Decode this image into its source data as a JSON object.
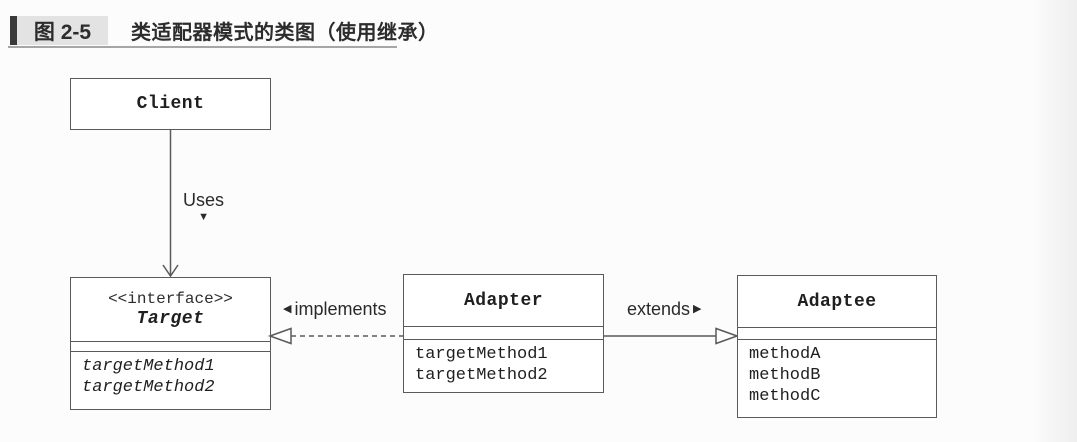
{
  "figure": {
    "label": "图 2-5",
    "title": "类适配器模式的类图（使用继承）"
  },
  "uml": {
    "client": {
      "name": "Client"
    },
    "target": {
      "stereotype": "<<interface>>",
      "name": "Target",
      "methods": [
        "targetMethod1",
        "targetMethod2"
      ]
    },
    "adapter": {
      "name": "Adapter",
      "methods": [
        "targetMethod1",
        "targetMethod2"
      ]
    },
    "adaptee": {
      "name": "Adaptee",
      "methods": [
        "methodA",
        "methodB",
        "methodC"
      ]
    },
    "relations": {
      "uses": {
        "label": "Uses",
        "icon": "▼"
      },
      "implements": {
        "label": "implements",
        "icon": "◀"
      },
      "extends": {
        "label": "extends",
        "icon": "▶"
      }
    }
  },
  "colors": {
    "line": "#5a5a5a",
    "text": "#1f1f1f",
    "label_text": "#2a2a2a",
    "caption_bar": "#3a3a3a",
    "caption_chip_bg": "#e3e3e3",
    "underline": "#a6a6a6"
  }
}
